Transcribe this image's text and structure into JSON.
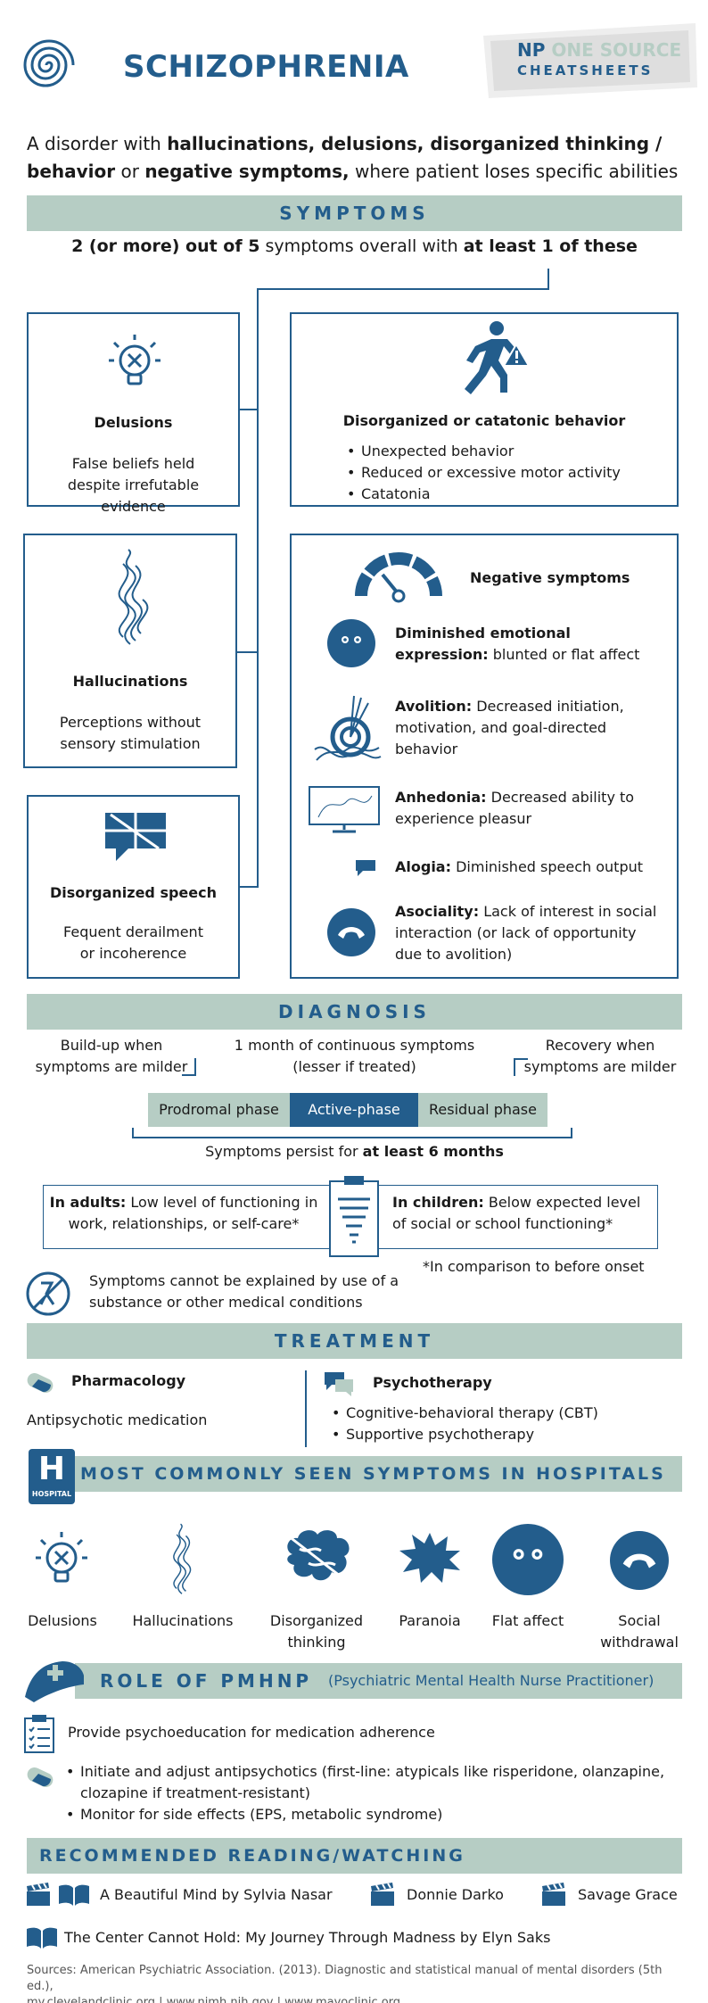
{
  "header": {
    "title": "SCHIZOPHRENIA",
    "brand_line1_a": "NP",
    "brand_line1_b": "ONE SOURCE",
    "brand_line2": "CHEATSHEETS"
  },
  "intro": {
    "p1": "A disorder with ",
    "b1": "hallucinations, delusions, disorganized thinking /",
    "b2": "behavior",
    "p2": " or ",
    "b3": "negative symptoms,",
    "p3": " where patient loses specific abilities"
  },
  "symptoms": {
    "title": "SYMPTOMS",
    "rule_b1": "2 (or more) out of 5",
    "rule_p1": " symptoms overall with ",
    "rule_b2": "at least 1 of these",
    "delusions": {
      "title": "Delusions",
      "desc": "False beliefs held despite irrefutable evidence"
    },
    "hallucinations": {
      "title": "Hallucinations",
      "desc": "Perceptions without sensory stimulation"
    },
    "speech": {
      "title": "Disorganized speech",
      "desc": "Fequent derailment or incoherence"
    },
    "catatonic": {
      "title": "Disorganized or catatonic behavior",
      "items": [
        "Unexpected behavior",
        "Reduced or excessive motor activity",
        "Catatonia"
      ]
    },
    "negative": {
      "title": "Negative symptoms",
      "items": [
        {
          "term": "Diminished emotional expression:",
          "desc": " blunted or flat affect"
        },
        {
          "term": "Avolition:",
          "desc": " Decreased initiation, motivation, and goal-directed behavior"
        },
        {
          "term": "Anhedonia:",
          "desc": " Decreased ability to experience pleasur"
        },
        {
          "term": "Alogia:",
          "desc": " Diminished speech output"
        },
        {
          "term": "Asociality:",
          "desc": " Lack of interest in social interaction (or lack of opportunity due to avolition)"
        }
      ]
    }
  },
  "diagnosis": {
    "title": "DIAGNOSIS",
    "buildup": "Build-up when symptoms are milder",
    "month": "1 month of continuous symptoms (lesser if treated)",
    "recovery": "Recovery when symptoms are milder",
    "phases": [
      "Prodromal phase",
      "Active-phase",
      "Residual phase"
    ],
    "persist_p": "Symptoms persist for ",
    "persist_b": "at least 6 months",
    "adults_b": "In adults:",
    "adults_p": " Low level of functioning in work, relationships, or self-care*",
    "children_b": "In children:",
    "children_p": " Below expected level of social or school functioning*",
    "footnote": "*In comparison to before onset",
    "substance": "Symptoms cannot be explained by use of a substance or other medical conditions"
  },
  "treatment": {
    "title": "TREATMENT",
    "pharm_title": "Pharmacology",
    "pharm_desc": "Antipsychotic medication",
    "psycho_title": "Psychotherapy",
    "psycho_items": [
      "Cognitive-behavioral therapy (CBT)",
      "Supportive psychotherapy"
    ]
  },
  "hospital": {
    "title": "MOST COMMONLY SEEN SYMPTOMS IN HOSPITALS",
    "badge_letter": "H",
    "badge_text": "HOSPITAL",
    "items": [
      {
        "label": "Delusions",
        "icon": "lightbulb-icon"
      },
      {
        "label": "Hallucinations",
        "icon": "smoke-icon"
      },
      {
        "label": "Disorganized thinking",
        "icon": "brain-icon"
      },
      {
        "label": "Paranoia",
        "icon": "burst-icon"
      },
      {
        "label": "Flat affect",
        "icon": "flat-face-icon"
      },
      {
        "label": "Social withdrawal",
        "icon": "phone-icon"
      }
    ]
  },
  "pmhnp": {
    "title": "ROLE OF PMHNP",
    "subtitle": "(Psychiatric Mental Health Nurse Practitioner)",
    "item1": "Provide psychoeducation for medication adherence",
    "items2": [
      "Initiate and adjust antipsychotics (first-line: atypicals like risperidone, olanzapine, clozapine if treatment-resistant)",
      "Monitor for side effects (EPS, metabolic syndrome)"
    ]
  },
  "reading": {
    "title": "RECOMMENDED READING/WATCHING",
    "items": [
      "A Beautiful Mind by Sylvia Nasar",
      "Donnie Darko",
      "Savage Grace",
      "The Center Cannot Hold: My Journey Through Madness by Elyn Saks"
    ]
  },
  "sources": {
    "line1": "Sources: American Psychiatric Association. (2013). Diagnostic and statistical manual of mental disorders (5th ed.),",
    "line2": "my.clevelandclinic.org | www.nimh.nih.gov | www.mayoclinic.org"
  },
  "colors": {
    "primary": "#235d8c",
    "band": "#b6cdc4",
    "phase_bg": "#b6cdc4"
  }
}
